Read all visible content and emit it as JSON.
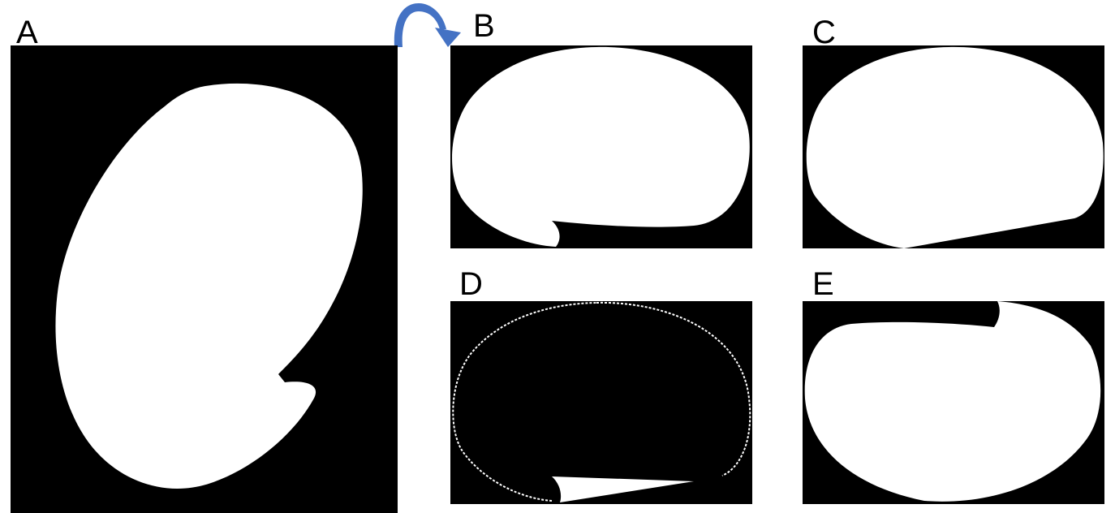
{
  "panels": [
    {
      "label": "A"
    },
    {
      "label": "B"
    },
    {
      "label": "C"
    },
    {
      "label": "D"
    },
    {
      "label": "E"
    }
  ],
  "colors": {
    "background": "#000000",
    "shape": "#ffffff",
    "arrow": "#4472c4"
  },
  "icons": {
    "rotation_arrow": "curved-arrow-icon"
  }
}
